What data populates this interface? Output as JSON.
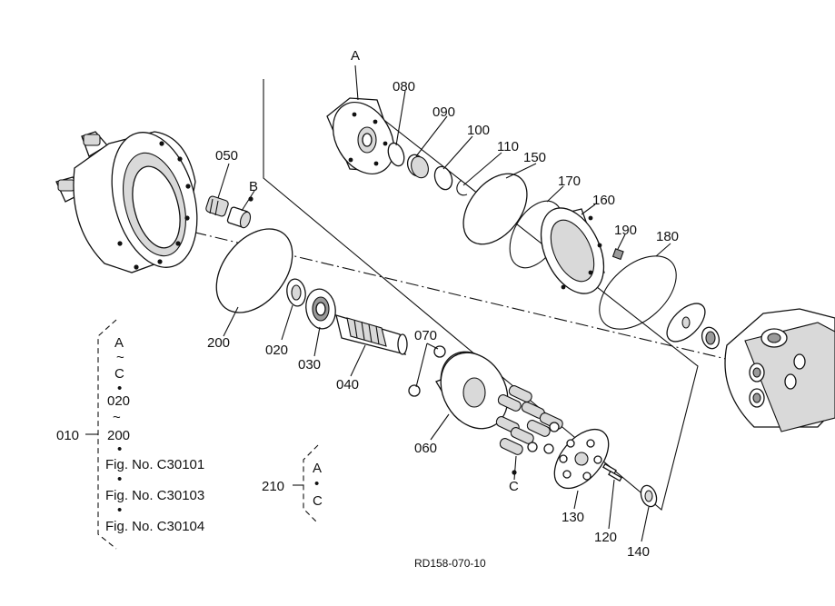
{
  "callouts": {
    "A": "A",
    "B": "B",
    "C": "C",
    "p010": "010",
    "p020": "020",
    "p030": "030",
    "p040": "040",
    "p050": "050",
    "p060": "060",
    "p070": "070",
    "p080": "080",
    "p090": "090",
    "p100": "100",
    "p110": "110",
    "p120": "120",
    "p130": "130",
    "p140": "140",
    "p150": "150",
    "p160": "160",
    "p170": "170",
    "p180": "180",
    "p190": "190",
    "p200": "200",
    "p210": "210"
  },
  "legend_010": {
    "lines": [
      "A",
      "~",
      "C",
      "•",
      "020",
      "~",
      "200",
      "•",
      "Fig. No. C30101",
      "•",
      "Fig. No. C30103",
      "•",
      "Fig. No. C30104"
    ]
  },
  "legend_210": {
    "lines": [
      "A",
      "•",
      "C"
    ]
  },
  "drawing_ref": "RD158-070-10"
}
